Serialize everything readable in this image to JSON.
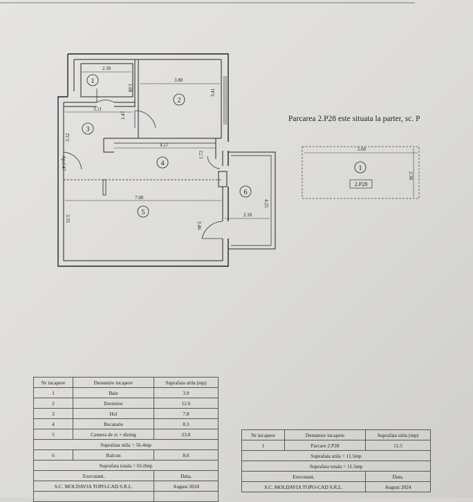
{
  "note": "Parcarea 2.P28 este situata la parter, sc. P",
  "plan": {
    "rooms": [
      "1",
      "2",
      "3",
      "4",
      "5",
      "6"
    ],
    "dims": {
      "baie_w": "2.30",
      "baie_h": "1.68",
      "dorm_w": "3.80",
      "dorm_h": "3.41",
      "hol_w": "3.11",
      "hol_h": "1.47",
      "left_upper": "3.32",
      "apt_label": "Ap.C47",
      "buc_w": "4.57",
      "buc_h": "1.72",
      "living_w": "7.00",
      "living_h": "3.46",
      "left_lower": "3.35",
      "balc_w": "2.10",
      "balc_h": "4.25"
    },
    "parking": {
      "room": "1",
      "label": "2.P28",
      "w": "5.00",
      "h": "2.30"
    }
  },
  "table1": {
    "headers": [
      "Nr incapere",
      "Denumire incapere",
      "Suprafata utila (mp)"
    ],
    "rows": [
      [
        "1",
        "Baie",
        "3.9"
      ],
      [
        "2",
        "Dormitor",
        "12.6"
      ],
      [
        "3",
        "Hol",
        "7.8"
      ],
      [
        "4",
        "Bucatarie",
        "8.3"
      ],
      [
        "5",
        "Camera de zi + dining",
        "23.8"
      ]
    ],
    "suprafata_utila": "Suprafata utila = 56.4mp",
    "balcon": [
      "6",
      "Balcon",
      "8.6"
    ],
    "suprafata_totala": "Suprafata totala = 65.0mp",
    "executant": "Executant,",
    "data_label": "Data,",
    "company": "S.C. MOLDAVIA TOPO-CAD S.R.L.",
    "date": "August 2024"
  },
  "table2": {
    "headers": [
      "Nr incapere",
      "Denumire incapere",
      "Suprafata utila (mp)"
    ],
    "row": [
      "1",
      "Parcare 2.P28",
      "11.5"
    ],
    "suprafata_utila": "Suprafata utila = 11.5mp",
    "suprafata_totala": "Suprafata totala = 11.5mp",
    "executant": "Executant,",
    "data_label": "Data,",
    "company": "S.C. MOLDAVIA TOPO-CAD S.R.L.",
    "date": "August 2024"
  }
}
